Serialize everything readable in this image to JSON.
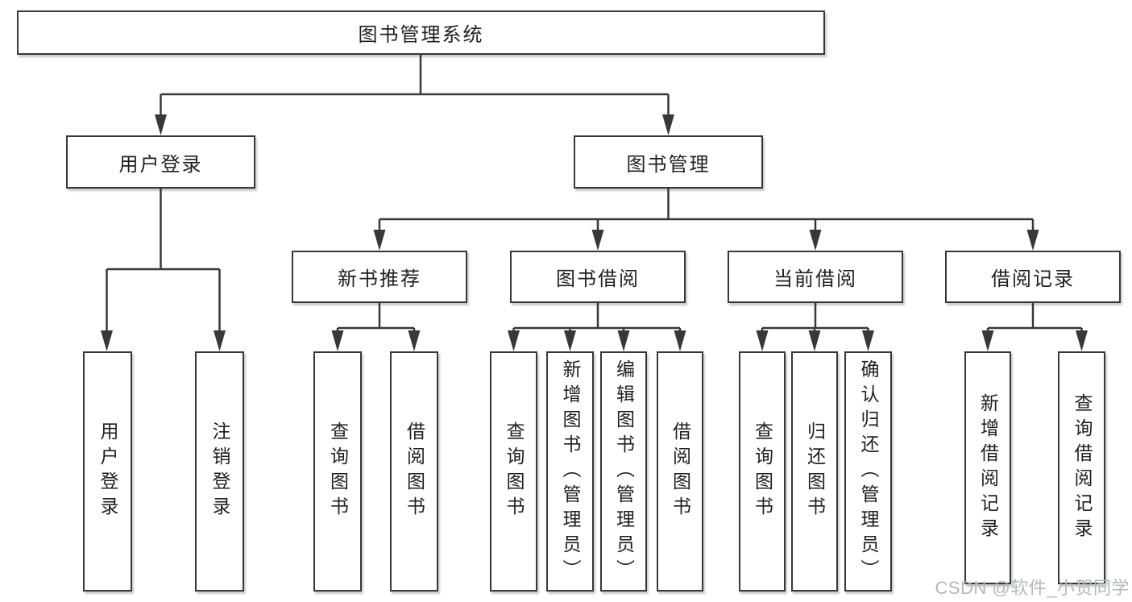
{
  "diagram_type": "hierarchy-tree",
  "colors": {
    "background": "#ffffff",
    "line": "#383838",
    "box_border": "#383838",
    "box_fill": "#ffffff",
    "text": "#1f1f1f",
    "watermark": "#b4b7bd"
  },
  "tree": {
    "root": {
      "label": "图书管理系统",
      "children": [
        {
          "label": "用户登录",
          "children": [
            {
              "label": "用户登录"
            },
            {
              "label": "注销登录"
            }
          ]
        },
        {
          "label": "图书管理",
          "children": [
            {
              "label": "新书推荐",
              "children": [
                {
                  "label": "查询图书"
                },
                {
                  "label": "借阅图书"
                }
              ]
            },
            {
              "label": "图书借阅",
              "children": [
                {
                  "label": "查询图书"
                },
                {
                  "label": "新增图书（管理员）"
                },
                {
                  "label": "编辑图书（管理员）"
                },
                {
                  "label": "借阅图书"
                }
              ]
            },
            {
              "label": "当前借阅",
              "children": [
                {
                  "label": "查询图书"
                },
                {
                  "label": "归还图书"
                },
                {
                  "label": "确认归还（管理员）"
                }
              ]
            },
            {
              "label": "借阅记录",
              "children": [
                {
                  "label": "新增借阅记录"
                },
                {
                  "label": "查询借阅记录"
                }
              ]
            }
          ]
        }
      ]
    }
  },
  "watermark": "CSDN @软件_小贺同学"
}
